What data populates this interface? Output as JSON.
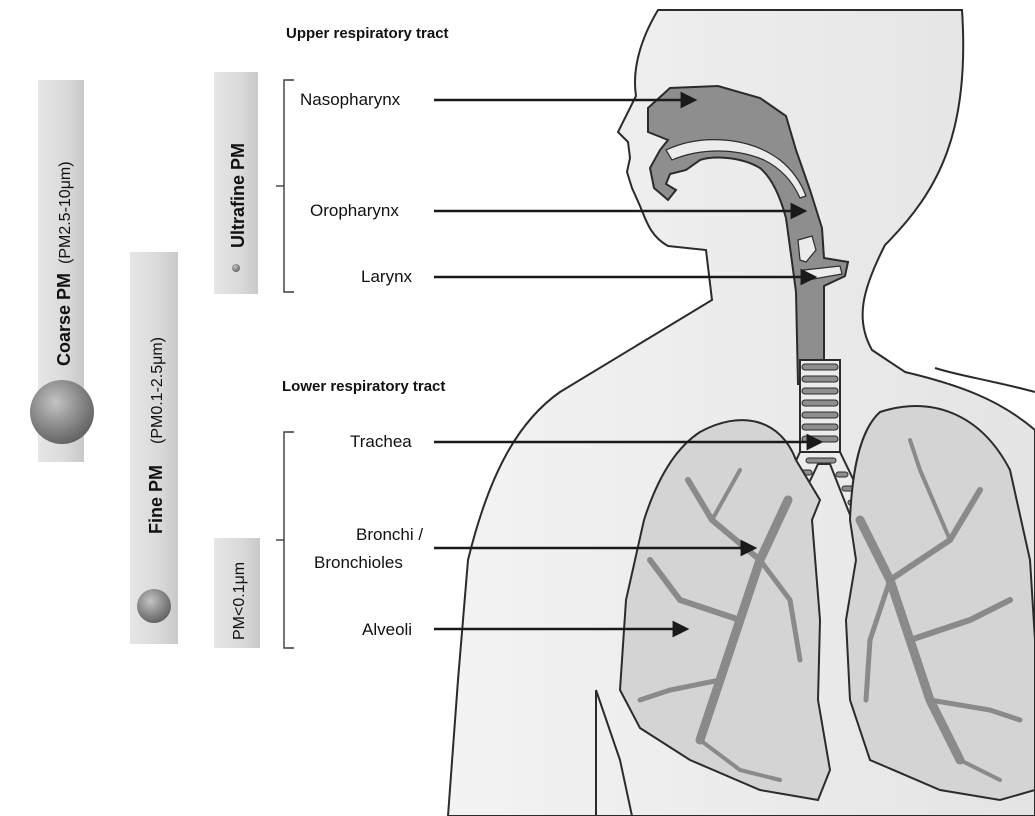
{
  "sections": {
    "upper": "Upper respiratory tract",
    "lower": "Lower respiratory tract"
  },
  "pm_bars": {
    "coarse": {
      "name": "Coarse PM",
      "range": "(PM2.5-10μm)"
    },
    "fine": {
      "name": "Fine PM",
      "range": "(PM0.1-2.5μm)"
    },
    "ultrafine": {
      "name": "Ultrafine PM"
    },
    "nano": {
      "name": "PM<0.1μm"
    }
  },
  "organs": {
    "nasopharynx": "Nasopharynx",
    "oropharynx": "Oropharynx",
    "larynx": "Larynx",
    "trachea": "Trachea",
    "bronchi_line1": "Bronchi /",
    "bronchi_line2": "Bronchioles",
    "alveoli": "Alveoli"
  },
  "colors": {
    "body_fill": "#ebebeb",
    "tract_fill": "#8e8e8e",
    "lung_fill": "#d4d4d4",
    "bar_fill": "#dcdcdc",
    "sphere": "#8f8f8f"
  }
}
